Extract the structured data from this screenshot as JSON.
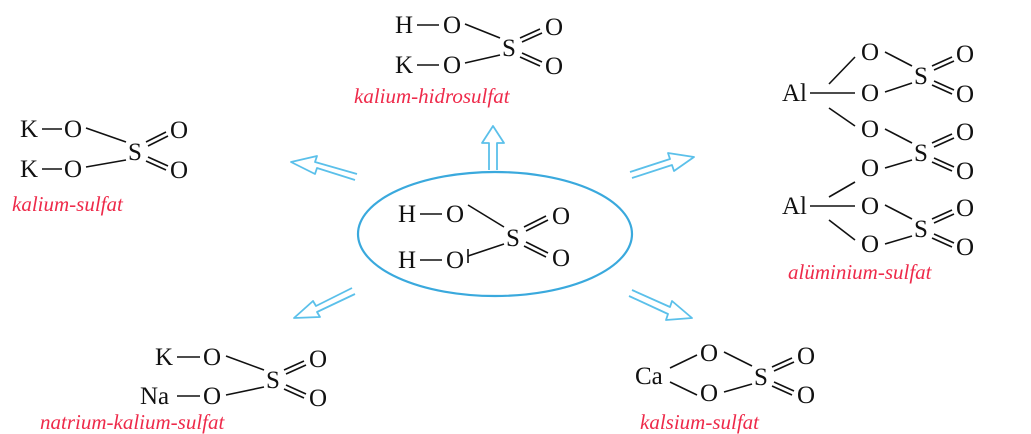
{
  "colors": {
    "label": "#ee2a4a",
    "arrow": "#5bc0ea",
    "ellipse": "#3aa9dd",
    "text": "#111111"
  },
  "center": {
    "atoms": {
      "h1": "H",
      "o1": "O",
      "h2": "H",
      "o2": "O",
      "s": "S",
      "o3": "O",
      "o4": "O"
    }
  },
  "compounds": {
    "khso4": {
      "label": "kalium-hidrosulfat",
      "atoms": {
        "h": "H",
        "o1": "O",
        "k": "K",
        "o2": "O",
        "s": "S",
        "o3": "O",
        "o4": "O"
      }
    },
    "k2so4": {
      "label": "kalium-sulfat",
      "atoms": {
        "k1": "K",
        "o1": "O",
        "k2": "K",
        "o2": "O",
        "s": "S",
        "o3": "O",
        "o4": "O"
      }
    },
    "al2so43": {
      "label": "alüminium-sulfat",
      "atoms": {
        "al1": "Al",
        "al2": "Al",
        "o1": "O",
        "o2": "O",
        "o3": "O",
        "o4": "O",
        "o5": "O",
        "o6": "O",
        "s1": "S",
        "s1o1": "O",
        "s1o2": "O",
        "s2": "S",
        "s2o1": "O",
        "s2o2": "O",
        "s3": "S",
        "s3o1": "O",
        "s3o2": "O"
      }
    },
    "nakso4": {
      "label": "natrium-kalium-sulfat",
      "atoms": {
        "k": "K",
        "o1": "O",
        "na": "Na",
        "o2": "O",
        "s": "S",
        "o3": "O",
        "o4": "O"
      }
    },
    "caso4": {
      "label": "kalsium-sulfat",
      "atoms": {
        "ca": "Ca",
        "o1": "O",
        "o2": "O",
        "s": "S",
        "o3": "O",
        "o4": "O"
      }
    }
  }
}
